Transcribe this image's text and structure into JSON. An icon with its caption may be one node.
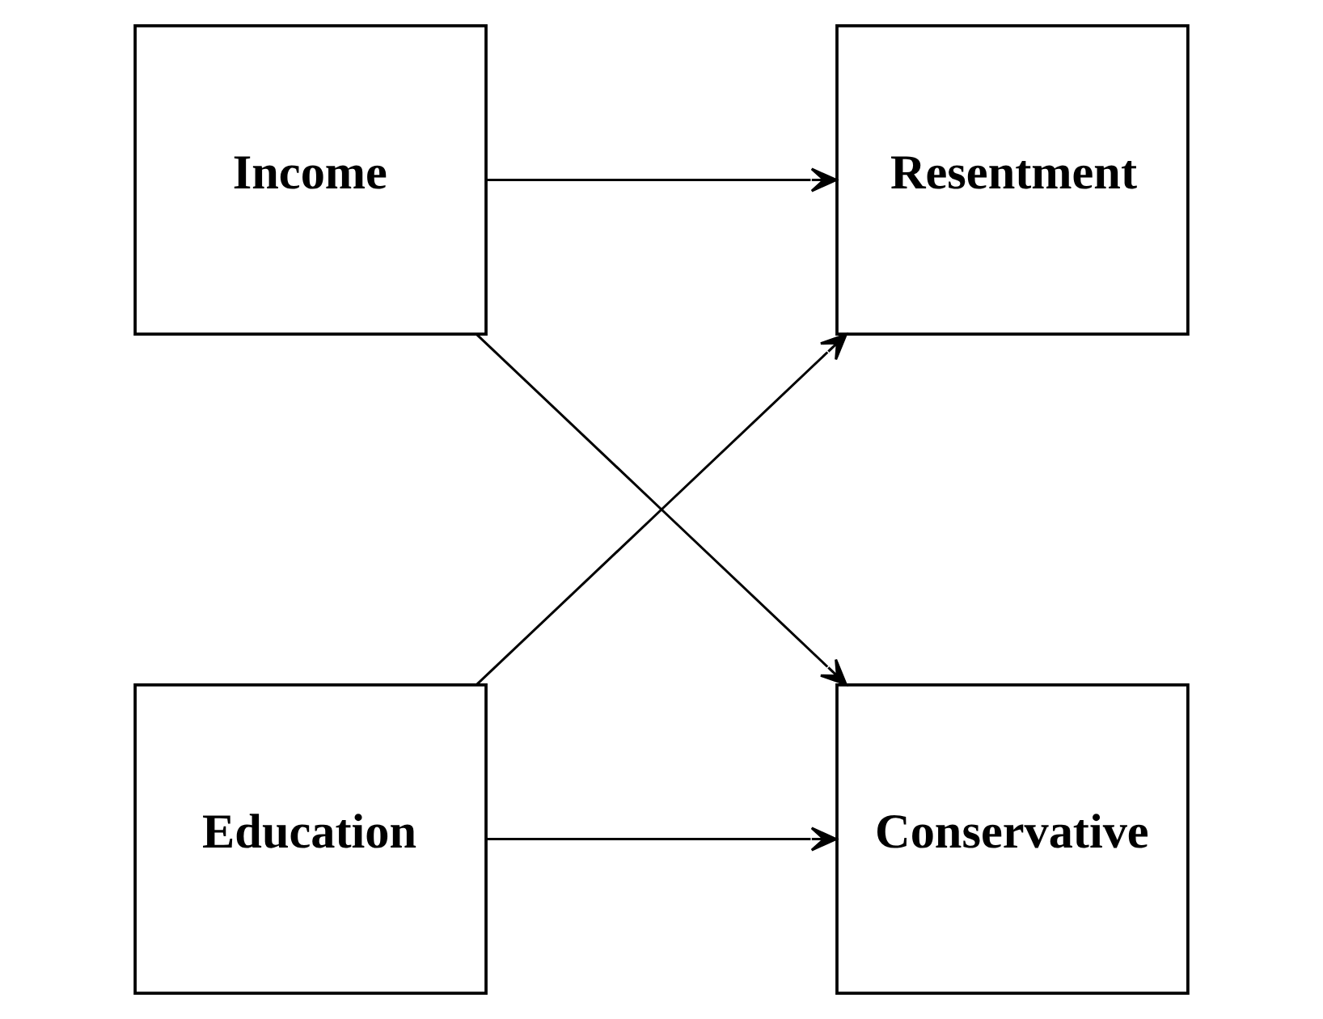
{
  "diagram": {
    "nodes": [
      {
        "text": [
          "Income"
        ]
      },
      {
        "text": [
          "Resentment"
        ]
      },
      {
        "text": [
          "Conservative"
        ]
      },
      {
        "text": [
          "Education"
        ]
      }
    ],
    "edges": [
      {
        "from": 0,
        "to": 2,
        "arrow": "to"
      },
      {
        "from": 0,
        "to": 1,
        "arrow": "to"
      },
      {
        "from": 3,
        "to": 1,
        "arrow": "to"
      },
      {
        "from": 3,
        "to": 2,
        "arrow": "to"
      }
    ]
  }
}
